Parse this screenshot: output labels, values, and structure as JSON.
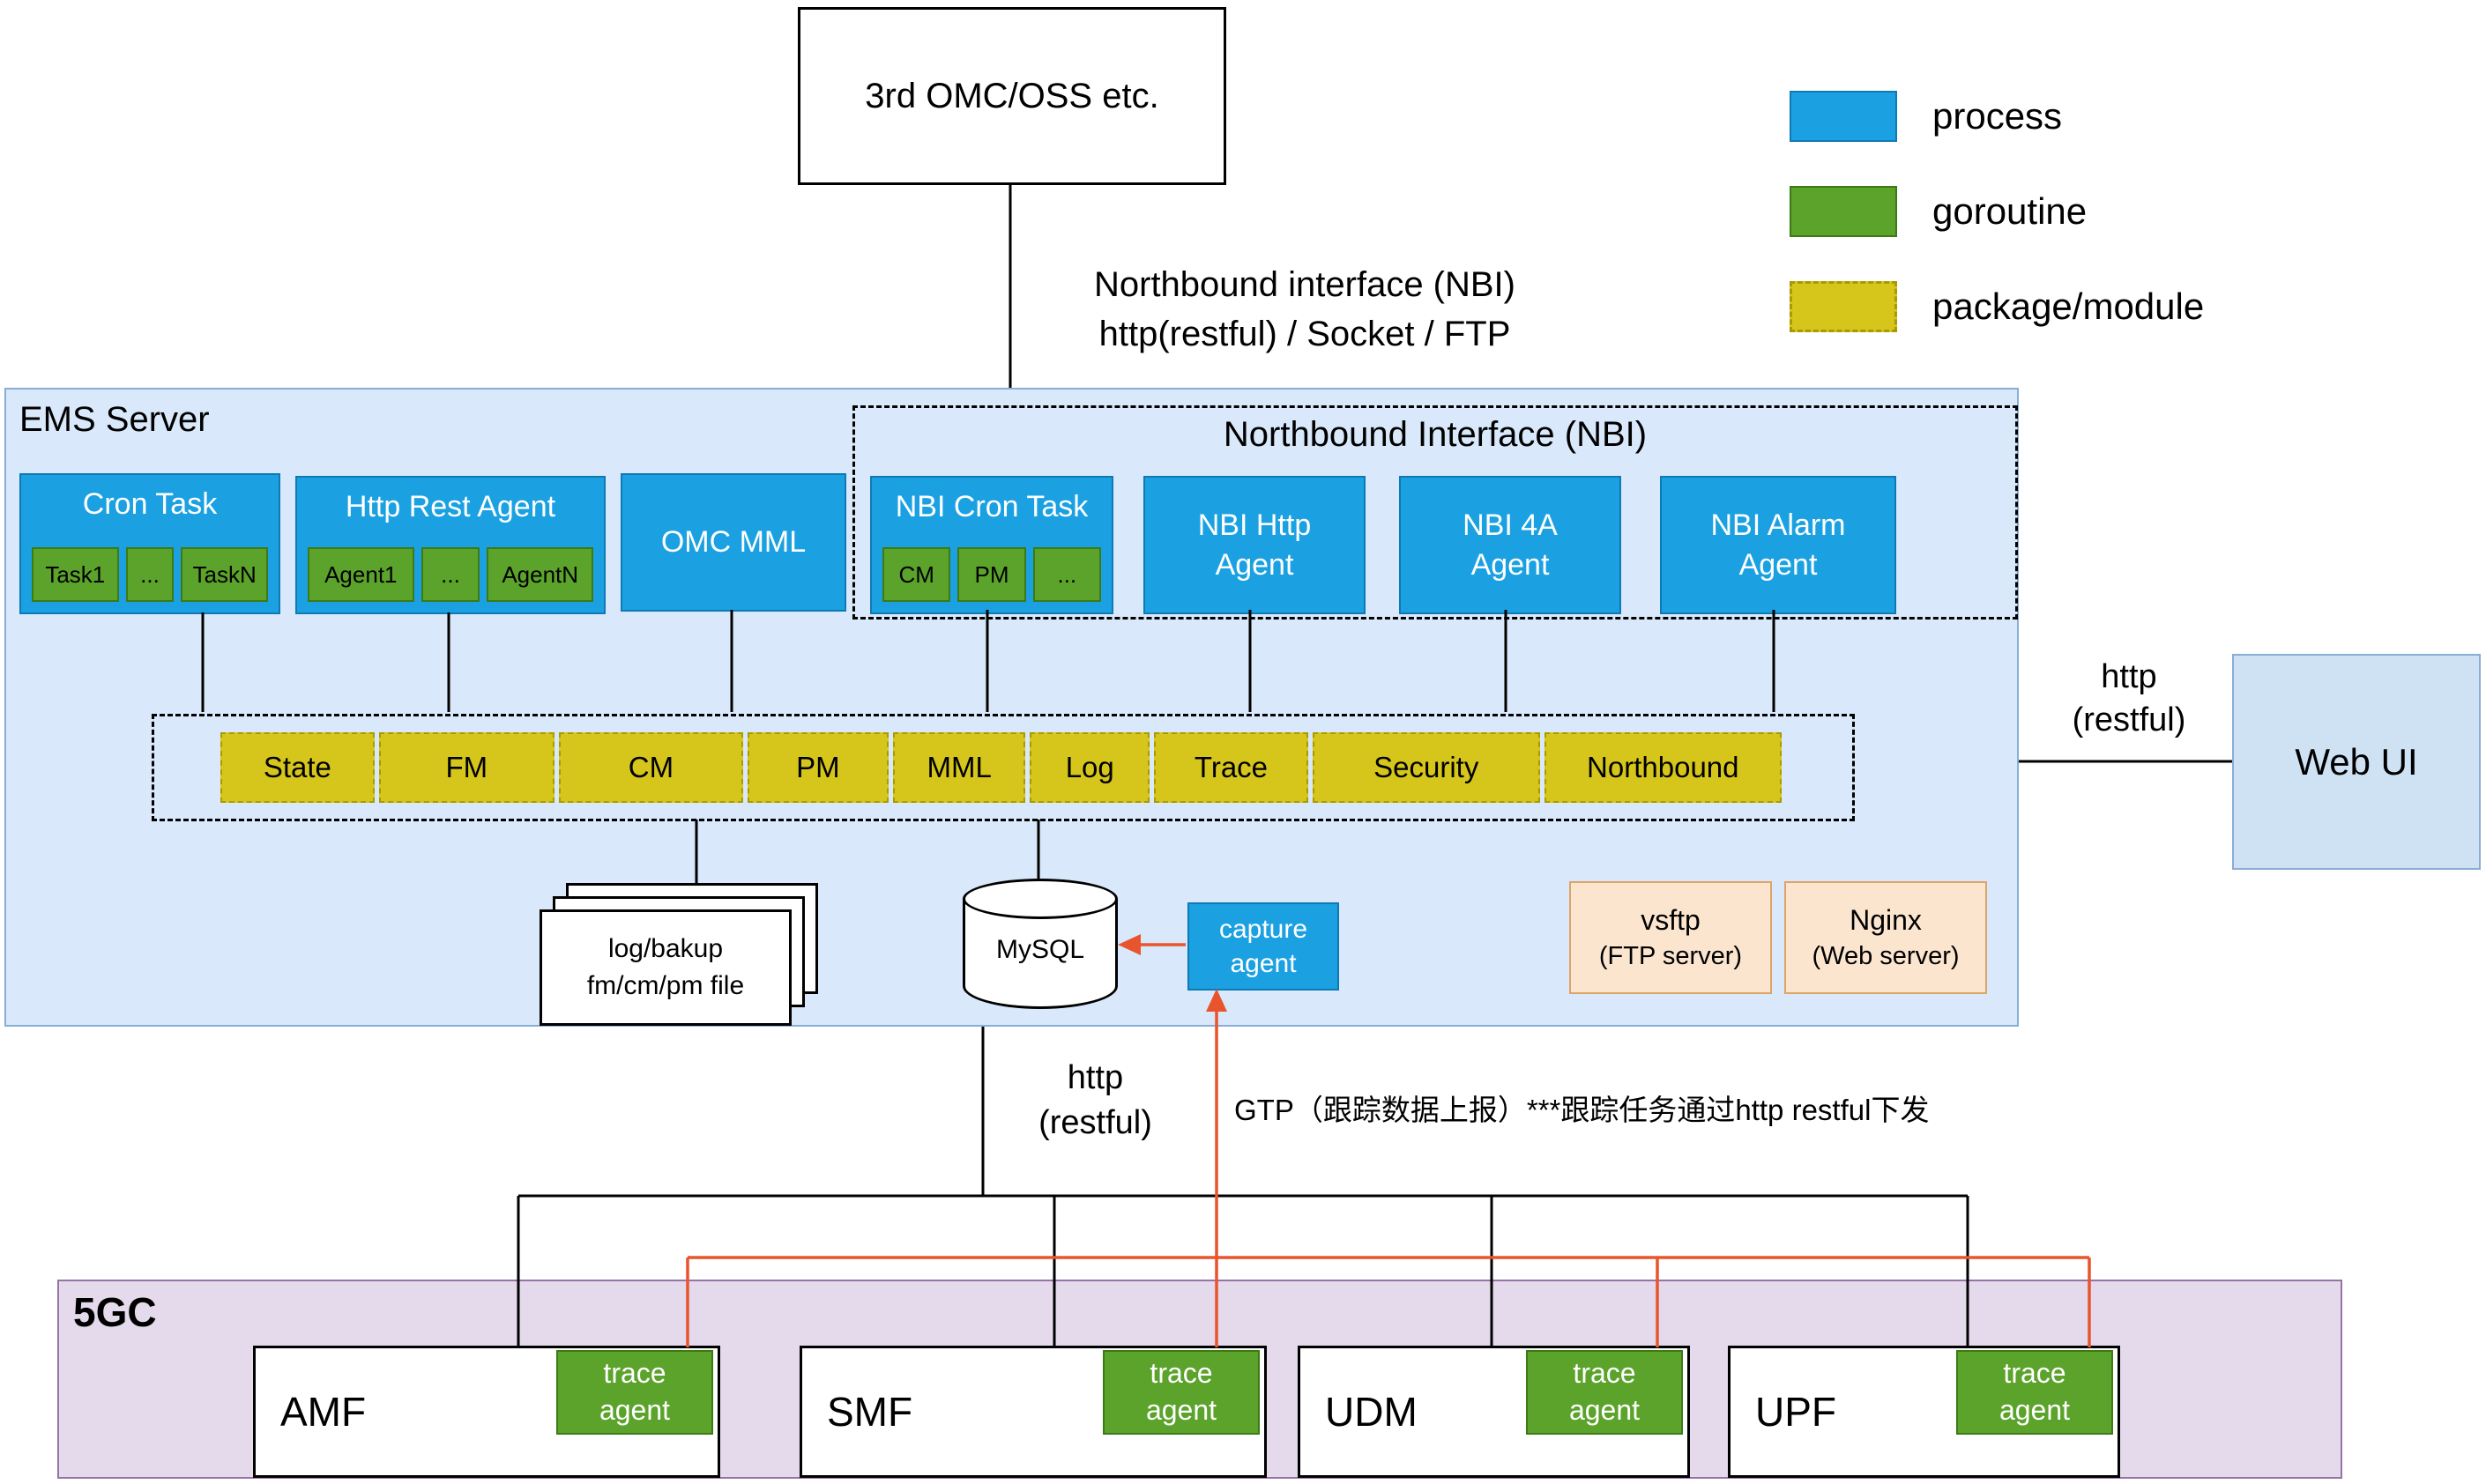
{
  "colors": {
    "process": "#1ba1e2",
    "process-border": "#0d7ab5",
    "goroutine": "#5ba32b",
    "goroutine-border": "#3c7a14",
    "module": "#d6c51b",
    "module-border": "#a89a00",
    "ems-fill": "#d9e8fa",
    "ems-border": "#88aed6",
    "panel-fill": "#e4daeb",
    "panel-border": "#9673a6",
    "server-fill": "#fbe5cf",
    "server-border": "#dfa465",
    "webui-fill": "#cfe2f3",
    "arrow": "#e8552d",
    "line": "#000000"
  },
  "external": {
    "label": "3rd OMC/OSS etc."
  },
  "legend": {
    "process": "process",
    "goroutine": "goroutine",
    "package": "package/module"
  },
  "nbi_link": {
    "line1": "Northbound interface (NBI)",
    "line2": "http(restful) / Socket / FTP"
  },
  "ems": {
    "title": "EMS Server",
    "cron_task": {
      "title": "Cron Task",
      "subs": [
        "Task1",
        "...",
        "TaskN"
      ]
    },
    "http_rest_agent": {
      "title": "Http Rest Agent",
      "subs": [
        "Agent1",
        "...",
        "AgentN"
      ]
    },
    "omc_mml": {
      "title": "OMC MML"
    },
    "nbi": {
      "title": "Northbound Interface (NBI)",
      "cron_task": {
        "title": "NBI Cron Task",
        "subs": [
          "CM",
          "PM",
          "..."
        ]
      },
      "http_agent": {
        "title": "NBI Http\nAgent"
      },
      "a4_agent": {
        "title": "NBI 4A\nAgent"
      },
      "alarm_agent": {
        "title": "NBI Alarm\nAgent"
      }
    },
    "modules": [
      "State",
      "FM",
      "CM",
      "PM",
      "MML",
      "Log",
      "Trace",
      "Security",
      "Northbound"
    ],
    "files": {
      "line1": "log/bakup",
      "line2": "fm/cm/pm file"
    },
    "mysql": {
      "label": "MySQL"
    },
    "capture_agent": {
      "label": "capture\nagent"
    },
    "vsftp": {
      "line1": "vsftp",
      "line2": "(FTP server)"
    },
    "nginx": {
      "line1": "Nginx",
      "line2": "(Web server)"
    }
  },
  "webui": {
    "label": "Web UI"
  },
  "webui_link": {
    "line1": "http",
    "line2": "(restful)"
  },
  "south_link": {
    "line1": "http",
    "line2": "(restful)"
  },
  "gtp_note": "GTP（跟踪数据上报）***跟踪任务通过http restful下发",
  "fivegc": {
    "title": "5GC",
    "trace_agent": "trace\nagent",
    "nfs": [
      {
        "name": "AMF"
      },
      {
        "name": "SMF"
      },
      {
        "name": "UDM"
      },
      {
        "name": "UPF"
      }
    ]
  }
}
